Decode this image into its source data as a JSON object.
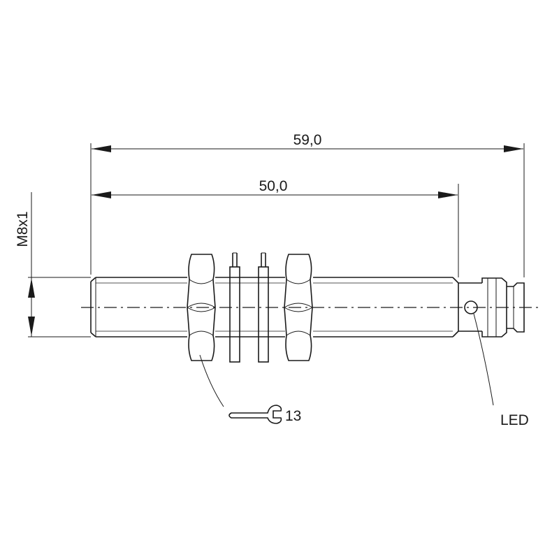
{
  "dimensions": {
    "overall_length": "59,0",
    "thread_length": "50,0",
    "thread_size": "M8x1"
  },
  "callouts": {
    "wrench_size": "13",
    "led": "LED"
  }
}
